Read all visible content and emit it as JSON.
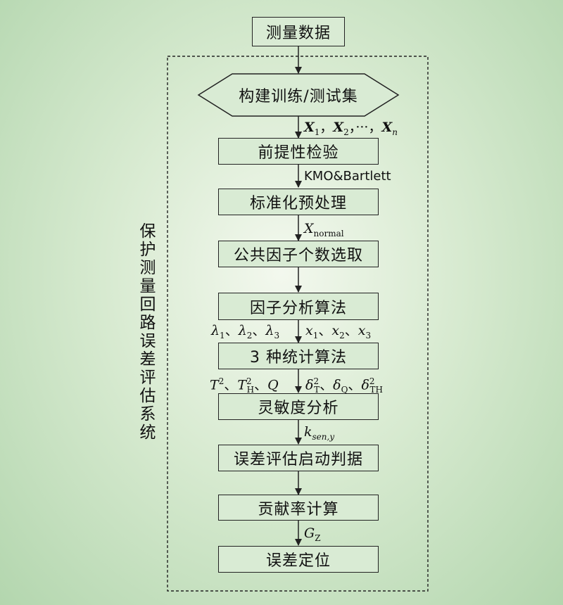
{
  "diagram": {
    "nodes": {
      "measure": "测量数据",
      "build": "构建训练/测试集",
      "pretest": "前提性检验",
      "standardize": "标准化预处理",
      "factor_count": "公共因子个数选取",
      "factor_algo": "因子分析算法",
      "three_stats": "3 种统计算法",
      "sensitivity": "灵敏度分析",
      "criterion": "误差评估启动判据",
      "contribution": "贡献率计算",
      "locate": "误差定位"
    },
    "edge_labels": {
      "sets": {
        "x1": "X",
        "s1": "1",
        "sep1": "，",
        "x2": "X",
        "s2": "2",
        "sep2": "，",
        "dots": "···",
        "sep3": "，",
        "xn": "X",
        "sn": "n"
      },
      "kmo": "KMO&Bartlett",
      "xnormal": {
        "x": "X",
        "sub": "normal"
      },
      "lambda": {
        "l": "λ",
        "s1": "1",
        "sep1": "、",
        "s2": "2",
        "sep2": "、",
        "s3": "3"
      },
      "xs": {
        "x": "x",
        "s1": "1",
        "sep1": "、",
        "s2": "2",
        "sep2": "、",
        "s3": "3"
      },
      "t2": {
        "t": "T",
        "sup": "2",
        "sep1": "、",
        "th": "T",
        "th_sub": "H",
        "th_sup": "2",
        "sep2": "、",
        "q": "Q"
      },
      "delta": {
        "d": "δ",
        "t_sub": "T",
        "t_sup": "2",
        "sep1": "、",
        "q_sub": "Q",
        "sep2": "、",
        "th_sub": "TH",
        "th_sup": "2"
      },
      "ksen": {
        "k": "k",
        "sub": "sen,y"
      },
      "gz": {
        "g": "G",
        "sub": "Z"
      }
    },
    "system_label": "保护测量回路误差评估系统"
  }
}
